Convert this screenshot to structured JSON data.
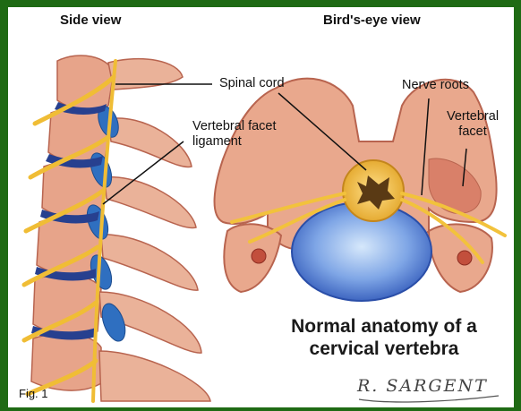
{
  "labels": {
    "side_view": "Side view",
    "birds_eye_view": "Bird's-eye view",
    "spinal_cord": "Spinal cord",
    "facet_ligament_line1": "Vertebral facet",
    "facet_ligament_line2": "ligament",
    "nerve_roots": "Nerve roots",
    "vertebral_facet_line1": "Vertebral",
    "vertebral_facet_line2": "facet"
  },
  "caption": {
    "line1": "Normal anatomy of a",
    "line2": "cervical vertebra"
  },
  "figure_number": "Fig. 1",
  "signature": "R. SARGENT",
  "colors": {
    "frame": "#1f6a14",
    "bone": "#e9a88d",
    "bone_shadow": "#c96b55",
    "nerve": "#f2c23c",
    "ligament": "#2f6fc0",
    "disc": "#3d67c9",
    "disc_highlight": "#b9d6f5",
    "cord_gray": "#5a3a14"
  }
}
